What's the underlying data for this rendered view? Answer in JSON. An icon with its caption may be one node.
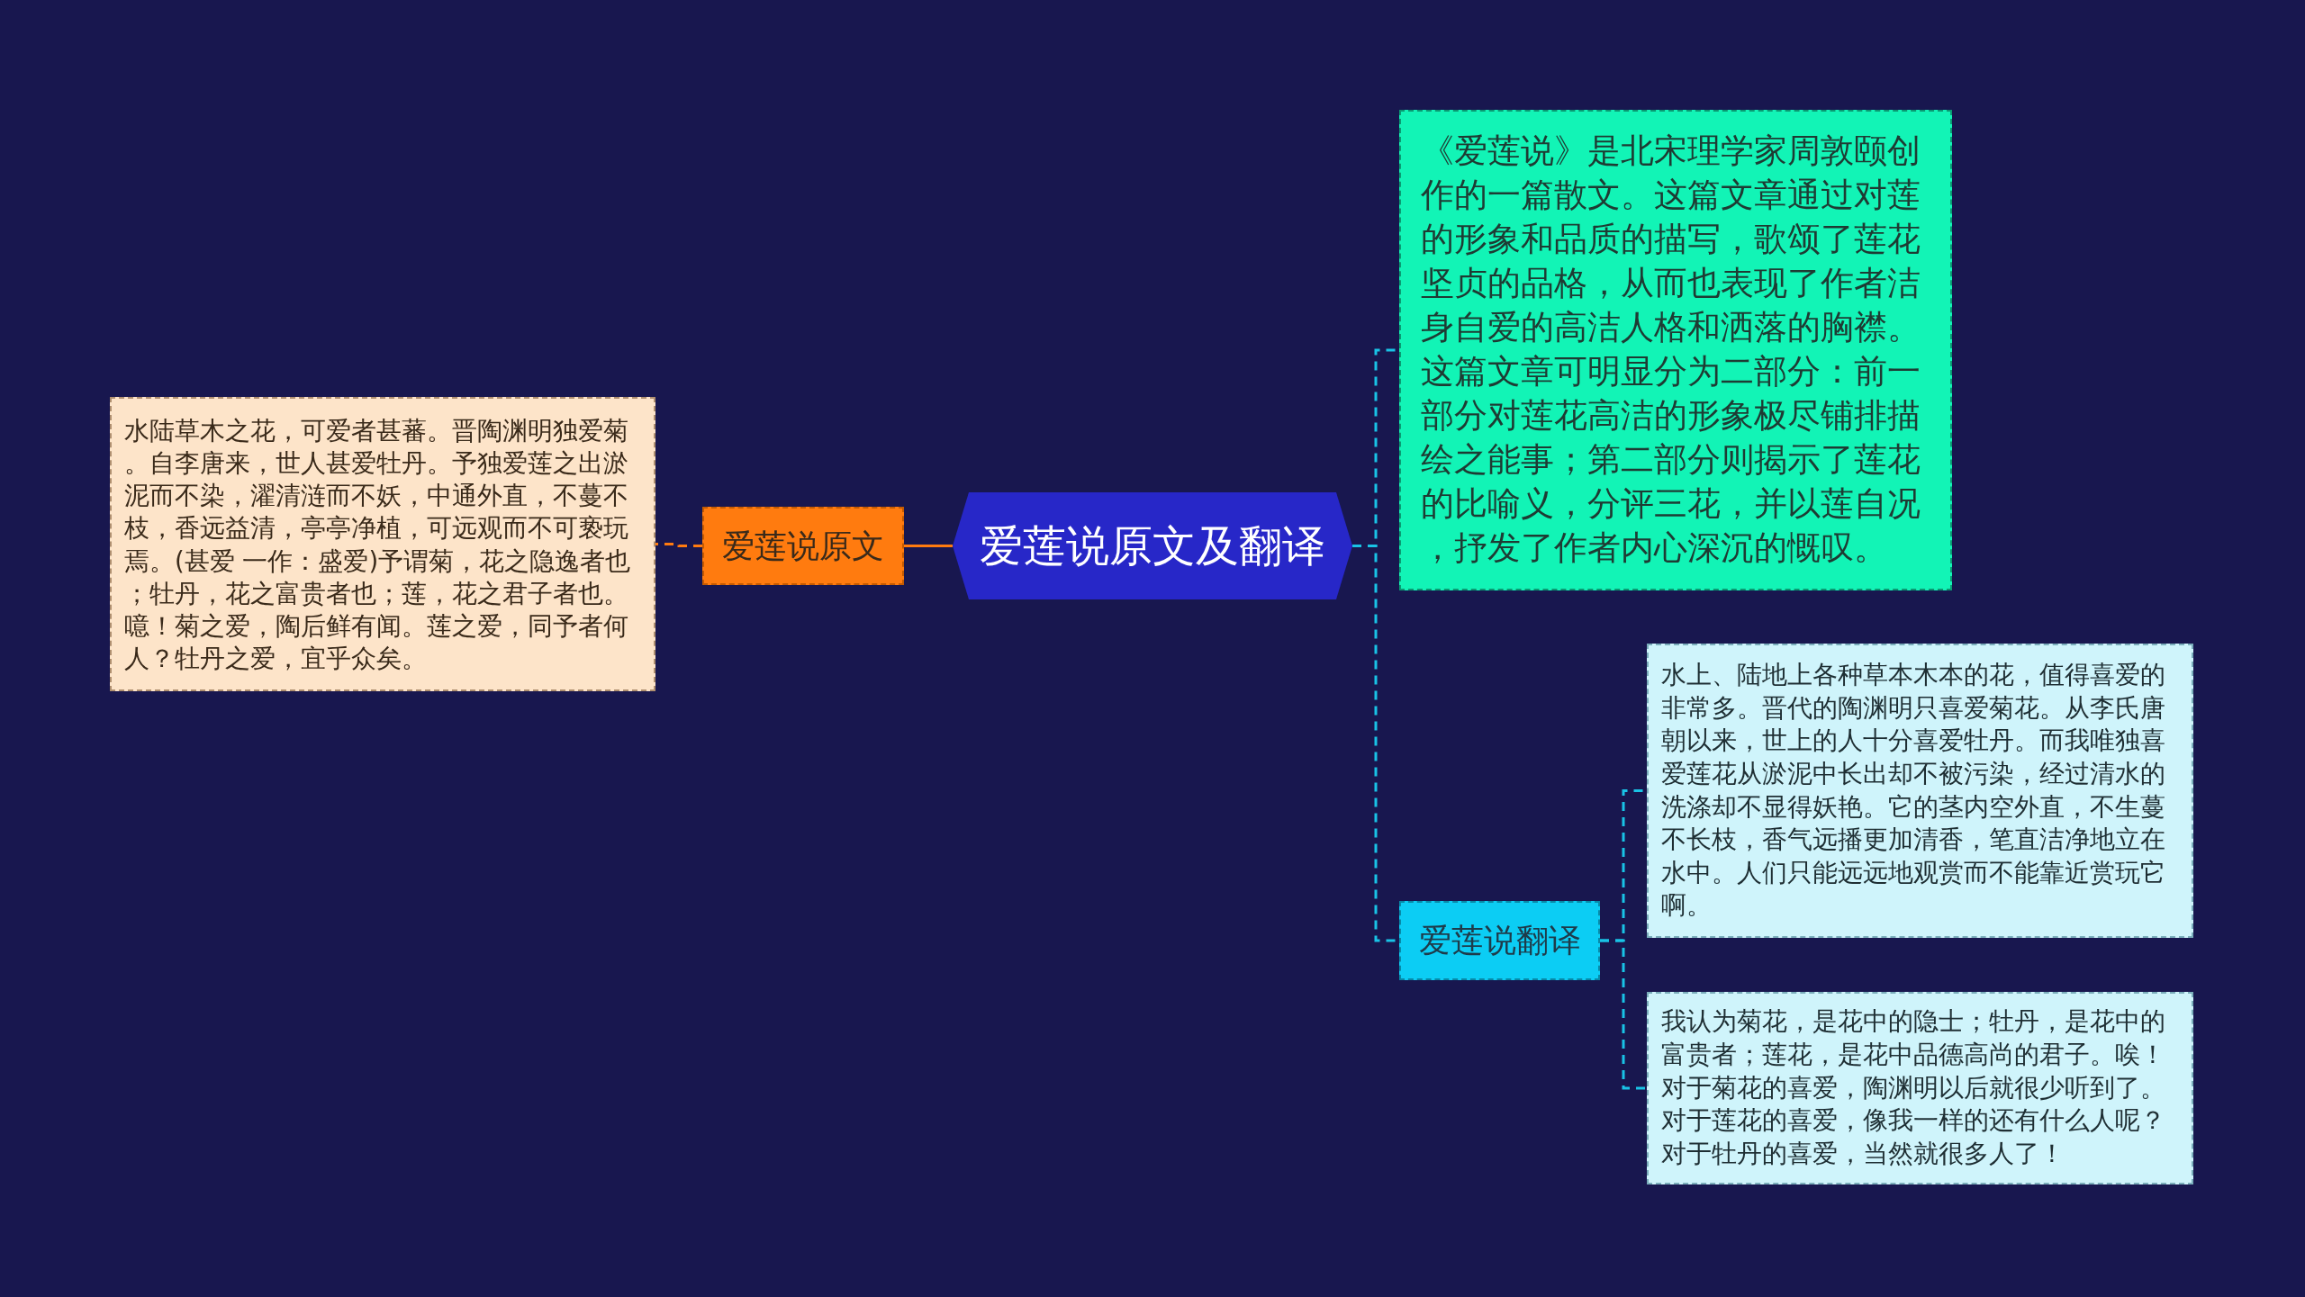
{
  "diagram": {
    "nodes": [
      {
        "text": [
          "爱莲说原文及翻译"
        ]
      },
      {
        "text": [
          "爱莲说原文"
        ]
      },
      {
        "text": [
          "水陆草木之花，可爱者甚蕃。晋陶渊明独爱菊。自李唐来，世人甚爱牡丹。予独爱莲之出淤泥而不染，濯清涟而不妖，中通外直，不蔓不枝，香远益清，亭亭净植，可远观而不可亵玩焉。(甚爱 一作：盛爱)予谓菊，花之隐逸者也；牡丹，花之富贵者也；莲，花之君子者也。噫！菊之爱，陶后鲜有闻。莲之爱，同予者何人？牡丹之爱，宜乎众矣。"
        ]
      },
      {
        "text": [
          "《爱莲说》是北宋理学家周敦颐创作的一篇散文。这篇文章通过对莲的形象和品质的描写，歌颂了莲花坚贞的品格，从而也表现了作者洁身自爱的高洁人格和洒落的胸襟。这篇文章可明显分为二部分：前一部分对莲花高洁的形象极尽铺排描绘之能事；第二部分则揭示了莲花的比喻义，分评三花，并以莲自况，抒发了作者内心深沉的慨叹。"
        ]
      },
      {
        "text": [
          "爱莲说翻译"
        ]
      },
      {
        "text": [
          "水上、陆地上各种草本木本的花，值得喜爱的非常多。晋代的陶渊明只喜爱菊花。从李氏唐朝以来，世上的人十分喜爱牡丹。而我唯独喜爱莲花从淤泥中长出却不被污染，经过清水的洗涤却不显得妖艳。它的茎内空外直，不生蔓不长枝，香气远播更加清香，笔直洁净地立在水中。人们只能远远地观赏而不能靠近赏玩它啊。"
        ]
      },
      {
        "text": [
          "我认为菊花，是花中的隐士；牡丹，是花中的富贵者；莲花，是花中品德高尚的君子。唉！对于菊花的喜爱，陶渊明以后就很少听到了。对于莲花的喜爱，像我一样的还有什么人呢？对于牡丹的喜爱，当然就很多人了！"
        ]
      }
    ],
    "edges": [
      {
        "from": 0,
        "to": 1,
        "arrow": "none",
        "color": "#ff7b0f"
      },
      {
        "from": 1,
        "to": 2,
        "arrow": "none",
        "style": "dashed",
        "color": "#ff7b0f"
      },
      {
        "from": 0,
        "to": 3,
        "arrow": "none",
        "style": "dashed"
      },
      {
        "from": 0,
        "to": 4,
        "arrow": "none",
        "style": "dashed"
      },
      {
        "from": 4,
        "to": 5,
        "arrow": "none",
        "style": "dashed"
      },
      {
        "from": 4,
        "to": 6,
        "arrow": "none",
        "style": "dashed"
      }
    ]
  }
}
